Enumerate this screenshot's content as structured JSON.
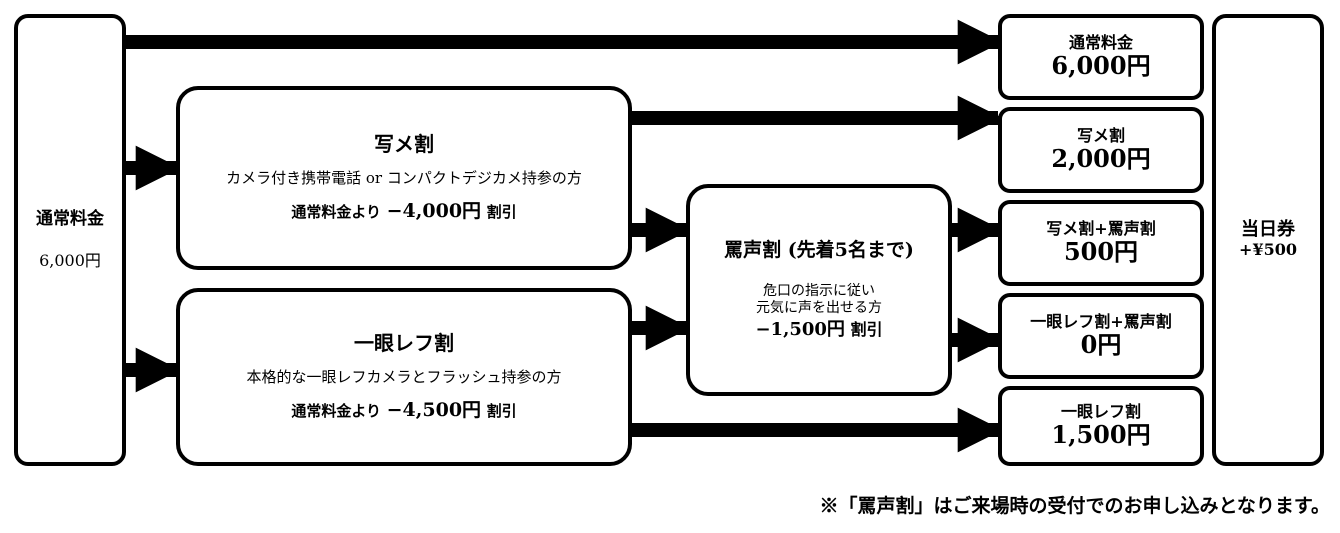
{
  "left": {
    "title": "通常料金",
    "price": "6,000円"
  },
  "shame": {
    "title": "写メ割",
    "cond": "カメラ付き携帯電話 or コンパクトデジカメ持参の方",
    "disc_a": "通常料金より",
    "disc_b": "−4,000円",
    "disc_c": "割引"
  },
  "slr": {
    "title": "一眼レフ割",
    "cond": "本格的な一眼レフカメラとフラッシュ持参の方",
    "disc_a": "通常料金より",
    "disc_b": "−4,500円",
    "disc_c": "割引"
  },
  "abuse": {
    "title": "罵声割 (先着5名まで)",
    "cond1": "危口の指示に従い",
    "cond2": "元気に声を出せる方",
    "disc_a": "−1,500円",
    "disc_b": "割引"
  },
  "results": [
    {
      "label": "通常料金",
      "price": "6,000円"
    },
    {
      "label": "写メ割",
      "price": "2,000円"
    },
    {
      "label": "写メ割+罵声割",
      "price": "500円"
    },
    {
      "label": "一眼レフ割+罵声割",
      "price": "0円"
    },
    {
      "label": "一眼レフ割",
      "price": "1,500円"
    }
  ],
  "day": {
    "line1": "当日券",
    "line2": "+¥500"
  },
  "note": "※「罵声割」はご来場時の受付でのお申し込みとなります。"
}
